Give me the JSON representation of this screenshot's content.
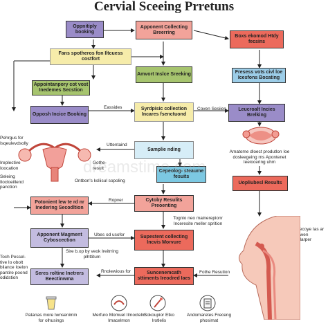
{
  "title": "Cervial Sceeing Prretuns",
  "watermark": "dreamstime.com",
  "boxes": {
    "opportunity_booking": "Oppnitiply booking",
    "appointment_collecting": "Apponent Collecting Breerring",
    "boxes_ekomod": "Boxs ekomod Htdy fecsins",
    "fans_spotheres": "Fans spotheros fon Iltcuess costfort",
    "amvort_inslce": "Amvort Inslce Sreeking",
    "fresses_vots": "Fresess vots civl loe Icesfons Bocating",
    "appointanpory": "Appointanpory cot vost Inedemes Secstion",
    "sydpiaic_collection": "Syrdpisic collection Incares fsenctuond",
    "leucroalt_incies": "Leucroalt Incies Brelking",
    "opposh_incice": "Opposh Incice Booking",
    "sample_nding": "Samplie nding",
    "cepeolog_steame": "Cepeolog- steaume fesuits",
    "uopliebesl_results": "Uopliubesl Results",
    "potentient_lew": "Potonient lew te rd nr Inedering Secodltion",
    "cyfoby_results": "Cytoby Resulits Preoenting",
    "apponent_magment": "Apponent Magment Cyboscection",
    "supestent_collecting": "Supestent collecting Incvis Morvure",
    "seres_roltine": "Seres roltine Inetrers Beectinwma",
    "suncenemcath": "Suncenemcath sttiments Ireodred Iaes"
  },
  "labels": {
    "eassides": "Eassides",
    "coven_sesiien": "Coven Sesiien",
    "uttentaind": "Uttentaind",
    "ropver": "Ropver",
    "ubes_od_usofor": "Ubes od usofor",
    "sire_bowp": "Sire b.op by veok Ireitrring plhttitum",
    "tognio_neo": "Tognio neo mainerepionr Inceresite meller sprition",
    "rnoleuslous": "Rnolewious for",
    "fothe_resution": "Fothe Resution",
    "amatome_dieect": "Amatome dloect produtlon Ioe dosleegeing rns Apontenet Ieeiocering uhm",
    "pateregus": "Pehrgus for Isqeulevdsolly",
    "preplective": "Ireplective Ioocation",
    "selading": "Seleing Ilocloeillend panction",
    "gothe_result": "Gothe- result",
    "onlbons": "Ontbon's ksliisul sopoling",
    "polporenope": "Polporecoye Ias ar orowd wen muneylarper",
    "toch_pessel": "Toch Pessel-tive Io obolt bilance Ioelon pantire poond odidstion"
  },
  "icons": [
    {
      "name": "cup-icon",
      "label": "Patanas more Iwnsenimin for olhusings"
    },
    {
      "name": "speculum-icon",
      "label": "Merfuro Momuel Ilmoctelm Imacelmon"
    },
    {
      "name": "brush-icon",
      "label": "Sokoupior Etko lrotlelis"
    },
    {
      "name": "clipboard-icon",
      "label": "Andomaretes Freceng phosimat"
    }
  ],
  "colors": {
    "purple": "#9a8cc8",
    "green": "#a6c46e",
    "yellow": "#f6ecaa",
    "red": "#ec6a5c",
    "pink": "#f2a39a",
    "blue": "#9ccde8",
    "lavender": "#c3bce0"
  }
}
